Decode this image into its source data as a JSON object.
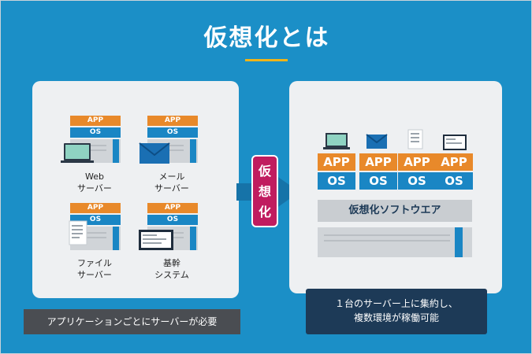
{
  "title": "仮想化とは",
  "colors": {
    "background": "#1b8fc7",
    "app": "#e8892a",
    "os": "#1a86c4",
    "virtualize": "#c01c5f",
    "caption_dark": "#4a4d52",
    "caption_navy": "#1d3a57",
    "accent": "#f0b418"
  },
  "left": {
    "servers": [
      {
        "app": "APP",
        "os": "OS",
        "label1": "Web",
        "label2": "サーバー",
        "icon": "laptop-icon"
      },
      {
        "app": "APP",
        "os": "OS",
        "label1": "メール",
        "label2": "サーバー",
        "icon": "mail-icon"
      },
      {
        "app": "APP",
        "os": "OS",
        "label1": "ファイル",
        "label2": "サーバー",
        "icon": "document-icon"
      },
      {
        "app": "APP",
        "os": "OS",
        "label1": "基幹",
        "label2": "システム",
        "icon": "monitor-icon"
      }
    ],
    "caption": "アプリケーションごとにサーバーが必要"
  },
  "virtualize": {
    "label_1": "仮",
    "label_2": "想",
    "label_3": "化"
  },
  "right": {
    "vms": [
      {
        "app": "APP",
        "os": "OS",
        "icon": "laptop-icon"
      },
      {
        "app": "APP",
        "os": "OS",
        "icon": "mail-icon"
      },
      {
        "app": "APP",
        "os": "OS",
        "icon": "document-icon"
      },
      {
        "app": "APP",
        "os": "OS",
        "icon": "monitor-icon"
      }
    ],
    "software": "仮想化ソフトウエア",
    "caption_line1": "１台のサーバー上に集約し、",
    "caption_line2": "複数環境が稼働可能"
  }
}
